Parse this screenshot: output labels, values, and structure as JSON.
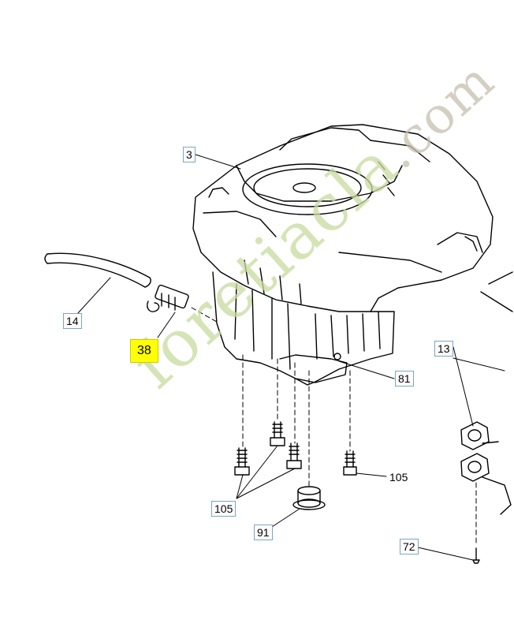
{
  "watermark": {
    "main": "foretiacla",
    "suffix": ".com"
  },
  "callouts": {
    "c3": "3",
    "c14": "14",
    "c38": "38",
    "c81": "81",
    "c13": "13",
    "c105a": "105",
    "c105b": "105",
    "c91": "91",
    "c72": "72"
  },
  "colors": {
    "highlight": "#ffff00",
    "callout_border": "#7aa6c2",
    "line": "#000000"
  }
}
